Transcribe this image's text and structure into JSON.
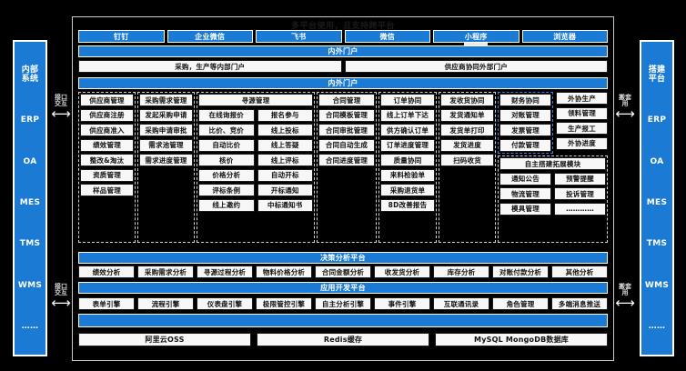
{
  "title": "多平台使用，且支持跨平台",
  "colors": {
    "accent": "#1b7ad4",
    "box_bg": "#f7f7f7",
    "box_border": "#1a1a1a",
    "page_bg": "#000000"
  },
  "left_rail": {
    "items": [
      {
        "label": "内部\n系统"
      },
      {
        "label": "ERP"
      },
      {
        "label": "OA"
      },
      {
        "label": "MES"
      },
      {
        "label": "TMS"
      },
      {
        "label": "WMS"
      },
      {
        "label": "……"
      }
    ]
  },
  "right_rail": {
    "items": [
      {
        "label": "搭建\n平台"
      },
      {
        "label": "ERP"
      },
      {
        "label": "OA"
      },
      {
        "label": "MES"
      },
      {
        "label": "TMS"
      },
      {
        "label": "WMS"
      },
      {
        "label": "……"
      }
    ]
  },
  "connectors": {
    "left_top": "接口\n交互",
    "left_bottom": "接口\n交互",
    "right_top": "搬套\n用",
    "right_bottom": "搬套\n用",
    "arrow": "⟷"
  },
  "platforms": [
    "钉钉",
    "企业微信",
    "飞书",
    "微信",
    "小程序",
    "浏览器"
  ],
  "portal_band_1": {
    "title": "内外门户",
    "items": [
      "采购，生产等内部门户",
      "供应商协同外部门户"
    ]
  },
  "portal_band_2": {
    "title": "内外门户"
  },
  "grid": {
    "columns": [
      {
        "header": "供应商管理",
        "items": [
          "供应商注册",
          "供应商准入",
          "绩效管理",
          "整改&淘汰",
          "资质管理",
          "样品管理"
        ]
      },
      {
        "header": "采购需求管理",
        "items": [
          "发起采购申请",
          "采购申请审批",
          "需求池管理",
          "需求进度管理"
        ]
      },
      {
        "header": "寻源管理",
        "sub_left": [
          "在线询报价",
          "比价、竞价",
          "自动比价",
          "核价",
          "价格分析",
          "评标条例",
          "线上邀约"
        ],
        "sub_right": [
          "报名参与",
          "线上投标",
          "线上答疑",
          "线上评标",
          "自动开标",
          "开标通知",
          "中标通知书"
        ]
      },
      {
        "header": "合同管理",
        "items": [
          "合同模板管理",
          "合同审批管理",
          "合同自动生成",
          "合同进度管理"
        ]
      },
      {
        "header": "订单协同",
        "items": [
          "线上订单下达",
          "供方确认订单",
          "订单进度管理",
          "质量协同",
          "来料检验单",
          "采购退货单",
          "8D改善报告"
        ]
      },
      {
        "header": "发收货协同",
        "items": [
          "发货通知单",
          "发货单打印",
          "发货进度",
          "扫码收货"
        ]
      },
      {
        "header": "财务协同",
        "items": [
          "对账管理",
          "发票管理",
          "付款管理"
        ],
        "extra_header": "自主搭建拓展模块",
        "extra_left": [
          "通知公告",
          "物流管理",
          "模具管理"
        ],
        "extra_right": [
          "预警提醒",
          "投诉管理",
          "…………"
        ]
      },
      {
        "header": "外协生产",
        "items": [
          "领料管理",
          "生产报工",
          "外协进度"
        ]
      }
    ]
  },
  "decision_platform": {
    "title": "决策分析平台",
    "items": [
      "绩效分析",
      "采购需求分析",
      "寻源过程分析",
      "物料价格分析",
      "合同金额分析",
      "收发货分析",
      "库存分析",
      "对账付款分析",
      "其他分析"
    ]
  },
  "app_platform": {
    "title": "应用开发平台",
    "items": [
      "表单引擎",
      "流程引擎",
      "仪表盘引擎",
      "极限管控引擎",
      "自主分析引擎",
      "事件引擎",
      "互联通讯录",
      "角色管理",
      "多端消息推送"
    ]
  },
  "infrastructure": {
    "items": [
      "阿里云OSS",
      "Redis缓存",
      "MySQL MongoDB数据库"
    ]
  }
}
